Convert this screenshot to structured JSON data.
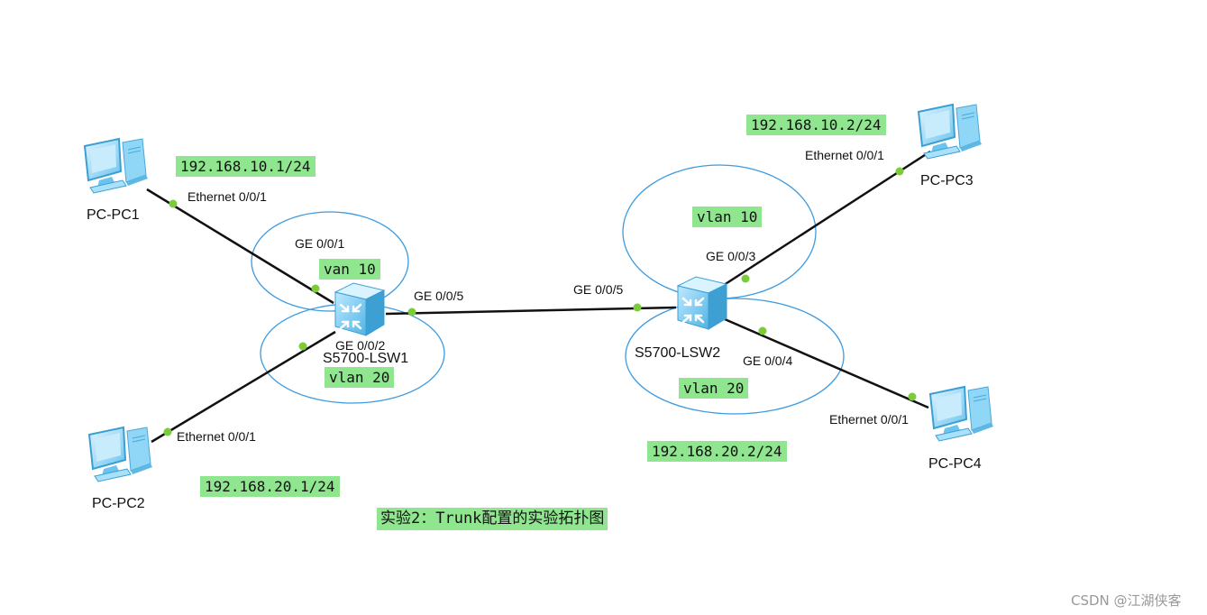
{
  "devices": {
    "pc1": "PC-PC1",
    "pc2": "PC-PC2",
    "pc3": "PC-PC3",
    "pc4": "PC-PC4",
    "lsw1": "S5700-LSW1",
    "lsw2": "S5700-LSW2"
  },
  "ports": {
    "pc1_eth": "Ethernet 0/0/1",
    "pc2_eth": "Ethernet 0/0/1",
    "pc3_eth": "Ethernet 0/0/1",
    "pc4_eth": "Ethernet 0/0/1",
    "lsw1_ge1": "GE 0/0/1",
    "lsw1_ge2": "GE 0/0/2",
    "lsw1_ge5": "GE 0/0/5",
    "lsw2_ge5": "GE 0/0/5",
    "lsw2_ge3": "GE 0/0/3",
    "lsw2_ge4": "GE 0/0/4"
  },
  "tags": {
    "ip_pc1": "192.168.10.1/24",
    "ip_pc2": "192.168.20.1/24",
    "ip_pc3": "192.168.10.2/24",
    "ip_pc4": "192.168.20.2/24",
    "lsw1_vlan10": "van 10",
    "lsw1_vlan20": "vlan 20",
    "lsw2_vlan10": "vlan 10",
    "lsw2_vlan20": "vlan 20",
    "caption": "实验2：Trunk配置的实验拓扑图"
  },
  "watermark": "CSDN @江湖侠客",
  "colors": {
    "tag_bg": "#8fe68f",
    "vlan_circle": "#3d9be0",
    "port_dot": "#7ccc3a",
    "link": "#111111",
    "switch_blue": "#6cc6f0",
    "pc_blue": "#7fd0f5"
  }
}
